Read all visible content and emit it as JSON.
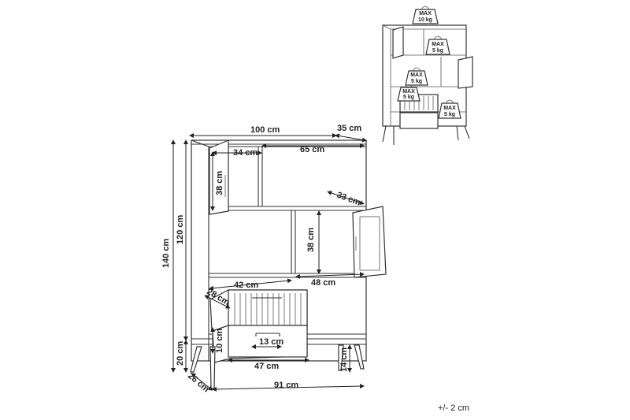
{
  "dimensions": {
    "width_total": "100 cm",
    "depth_top": "35 cm",
    "upper_left_width": "34 cm",
    "upper_right_width": "65 cm",
    "upper_left_height": "38 cm",
    "door_depth": "33 cm",
    "middle_height": "38 cm",
    "shelf_left": "42 cm",
    "shelf_right": "48 cm",
    "drawer_depth": "28 cm",
    "drawer_height": "10 cm",
    "drawer_width": "47 cm",
    "handle_width": "13 cm",
    "leg_height": "14 cm",
    "bottom_width": "91 cm",
    "bottom_depth": "26 cm",
    "height_total": "140 cm",
    "height_body": "120 cm",
    "height_base": "20 cm"
  },
  "load_labels": {
    "top": [
      "MAX",
      "10 kg"
    ],
    "upper_shelf": [
      "MAX",
      "5 kg"
    ],
    "middle_left": [
      "MAX",
      "5 kg"
    ],
    "drawer_top": [
      "MAX",
      "5 kg"
    ],
    "lower_right": [
      "MAX",
      "5 kg"
    ]
  },
  "tolerance": "+/- 2 cm"
}
